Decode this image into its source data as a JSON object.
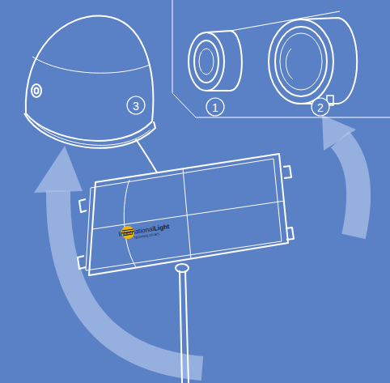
{
  "diagram": {
    "labels": [
      "3",
      "1",
      "2",
      "International",
      "Light",
      "TECHNOLOGIES"
    ]
  }
}
